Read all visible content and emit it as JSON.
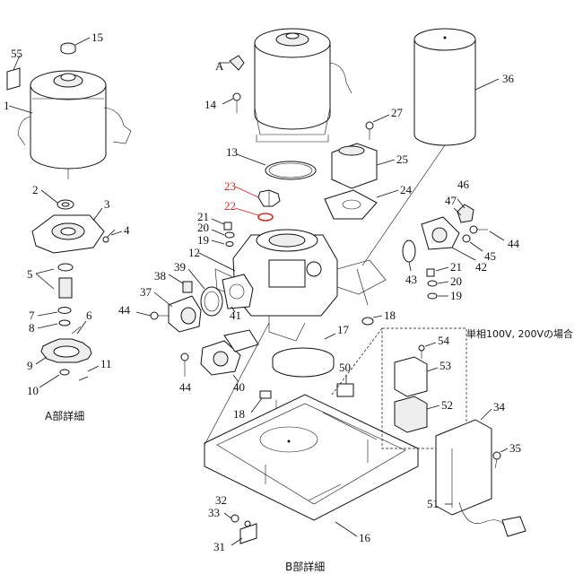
{
  "captions": {
    "detail_a": "A部詳細",
    "detail_b": "B部詳細",
    "single_phase_note": "単相100V, 200Vの場合",
    "view_arrow": "A"
  },
  "colors": {
    "line": "#111111",
    "highlight": "#e0201a"
  },
  "parts_a": [
    "55",
    "15",
    "1",
    "2",
    "3",
    "4",
    "5",
    "6",
    "7",
    "8",
    "9",
    "10",
    "11"
  ],
  "parts_b": [
    "14",
    "13",
    "23",
    "22",
    "21",
    "20",
    "19",
    "12",
    "38",
    "39",
    "37",
    "44",
    "41",
    "40",
    "44",
    "18",
    "17",
    "50",
    "16",
    "31",
    "32",
    "33"
  ],
  "parts_right": [
    "36",
    "27",
    "25",
    "24",
    "46",
    "47",
    "45",
    "44",
    "42",
    "43",
    "21",
    "20",
    "19",
    "18",
    "54",
    "53",
    "52",
    "34",
    "35",
    "51"
  ],
  "highlighted_parts": [
    "23",
    "22"
  ]
}
